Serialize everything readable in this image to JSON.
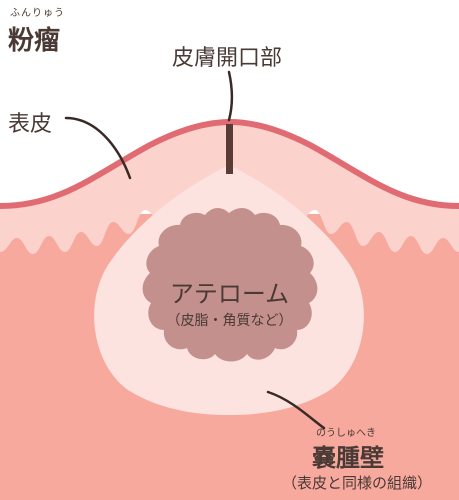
{
  "title": {
    "ruby": "ふんりゅう",
    "text": "粉瘤"
  },
  "labels": {
    "skin_opening": "皮膚開口部",
    "epidermis": "表皮",
    "atheroma": "アテローム",
    "atheroma_contents": "（皮脂・角質など）",
    "cyst_wall_ruby": "のうしゅへき",
    "cyst_wall": "嚢腫壁",
    "cyst_wall_note": "（表皮と同様の組織）"
  },
  "colors": {
    "dermis": "#f7a99e",
    "epidermis": "#fcd2cd",
    "skin_edge": "#e06b73",
    "cyst_wall": "#fde3df",
    "atheroma": "#c4908d",
    "pore": "#5a3c36",
    "leader": "#3a2a25",
    "text": "#4a3a35"
  }
}
